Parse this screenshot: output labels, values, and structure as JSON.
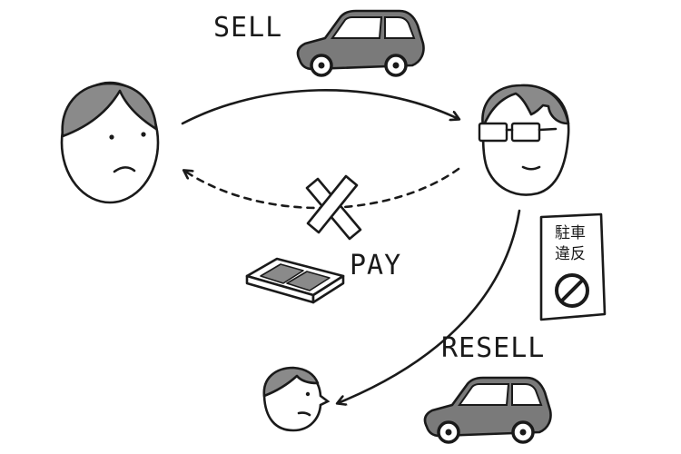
{
  "labels": {
    "sell": "SELL",
    "pay": "PAY",
    "resell": "RESELL"
  },
  "sign": {
    "line1": "駐車",
    "line2": "違反"
  },
  "colors": {
    "ink": "#1a1a1a",
    "hair": "#8a8a8a",
    "car": "#7a7a7a",
    "background": "#ffffff"
  },
  "icons": [
    "seller-face-icon",
    "buyer-face-icon",
    "third-person-face-icon",
    "car-icon",
    "cash-bundle-icon",
    "cross-mark-icon",
    "no-parking-sign-icon"
  ]
}
